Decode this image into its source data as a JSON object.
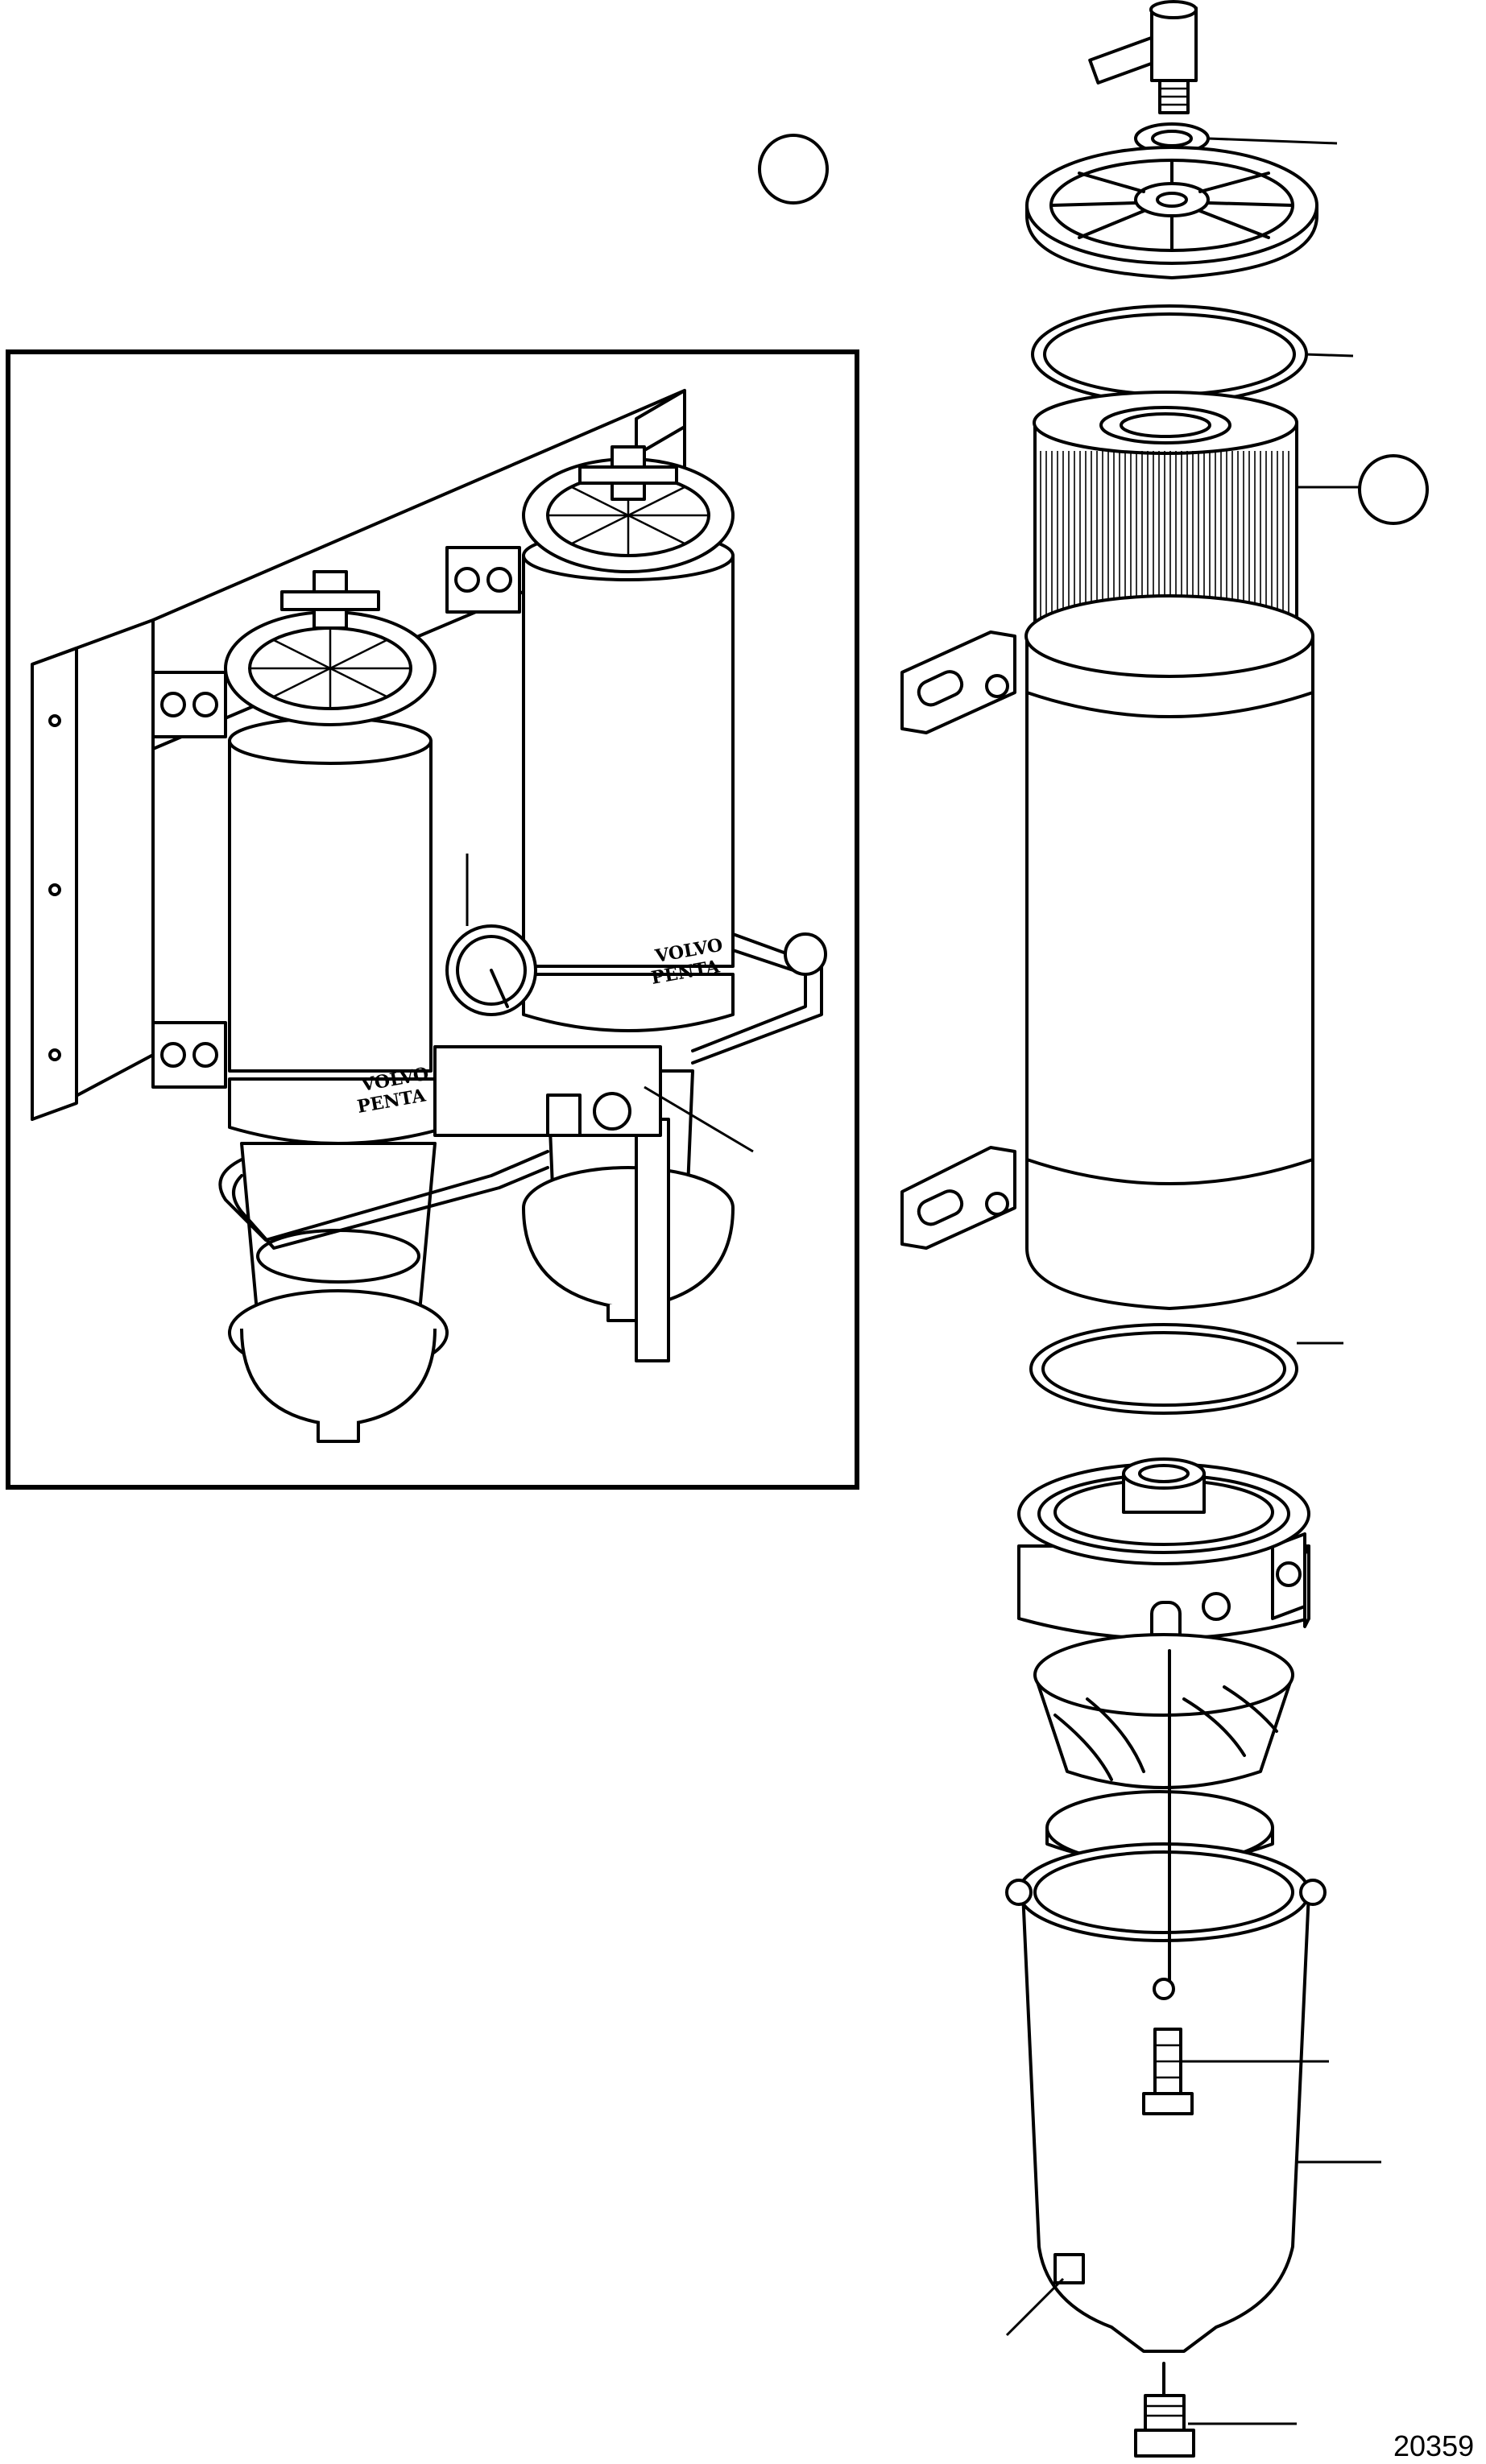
{
  "figure": {
    "number": "20359",
    "inset_brand_lines": [
      "VOLVO",
      "PENTA"
    ],
    "callouts": [
      {
        "id": "c1",
        "label": ""
      },
      {
        "id": "c2",
        "label": ""
      }
    ]
  }
}
